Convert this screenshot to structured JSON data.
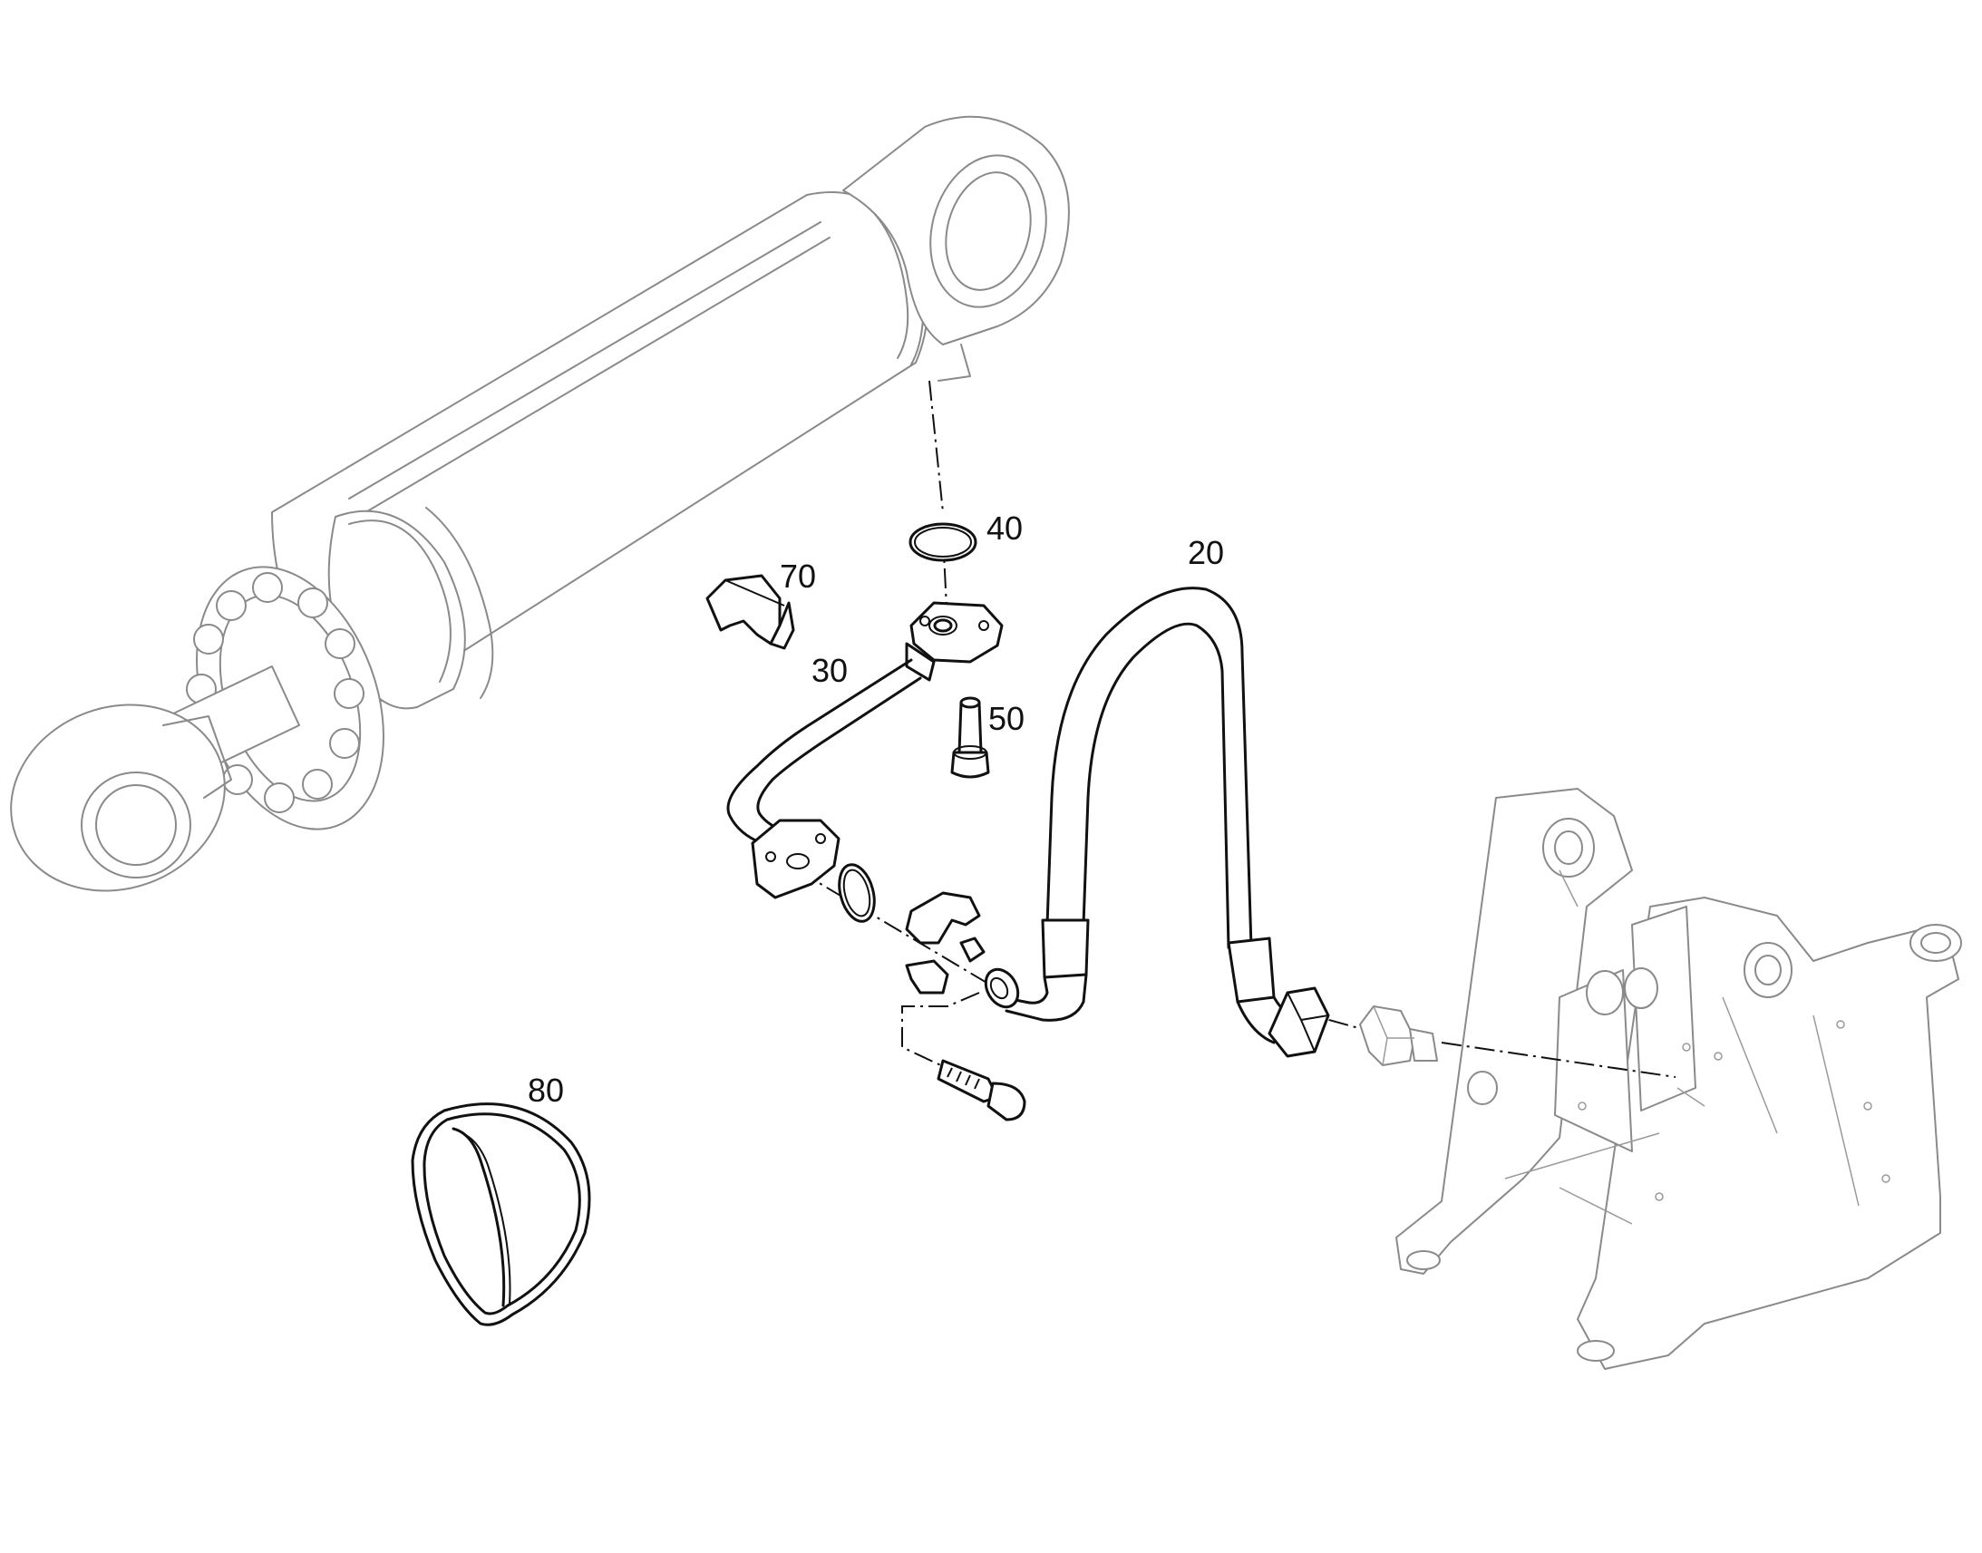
{
  "callouts": {
    "c20": "20",
    "c30": "30",
    "c40": "40",
    "c50": "50",
    "c70": "70",
    "c80": "80"
  },
  "colors": {
    "part_stroke": "#111111",
    "context_stroke": "#8a8a8a",
    "background": "#ffffff"
  }
}
